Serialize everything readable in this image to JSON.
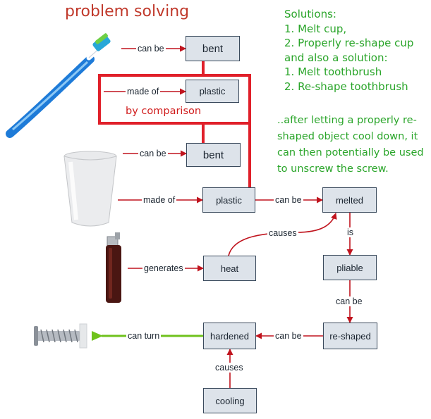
{
  "title": "problem solving",
  "solutions": {
    "heading": "Solutions:",
    "cup_1": "1. Melt cup,",
    "cup_2": "2. Properly re-shape cup",
    "also": "and also a solution:",
    "brush_1": "1. Melt toothbrush",
    "brush_2": "2. Re-shape toothbrush"
  },
  "note": "..after letting a properly re-shaped object cool down, it can then potentially be used to unscrew the screw.",
  "comparison_label": "by comparison",
  "nodes": {
    "bent_top": "bent",
    "plastic_top": "plastic",
    "bent_cup": "bent",
    "plastic": "plastic",
    "melted": "melted",
    "heat": "heat",
    "pliable": "pliable",
    "hardened": "hardened",
    "reshaped": "re-shaped",
    "cooling": "cooling"
  },
  "edges": {
    "brush_can_be": "can be",
    "brush_made_of": "made of",
    "cup_can_be": "can be",
    "cup_made_of": "made of",
    "plastic_can_be": "can be",
    "heat_causes": "causes",
    "melted_is": "is",
    "pliable_can_be": "can be",
    "lighter_generates": "generates",
    "reshaped_can_be": "can be",
    "hardened_can_turn": "can turn",
    "cooling_causes": "causes"
  },
  "colors": {
    "arrow_red": "#c0141e",
    "frame_red": "#e0202a",
    "arrow_green": "#6fc21c",
    "solution_green": "#2aa52a",
    "title_red": "#c0392b"
  },
  "icons": [
    "toothbrush-icon",
    "paper-cup-icon",
    "lighter-icon",
    "screw-icon"
  ]
}
